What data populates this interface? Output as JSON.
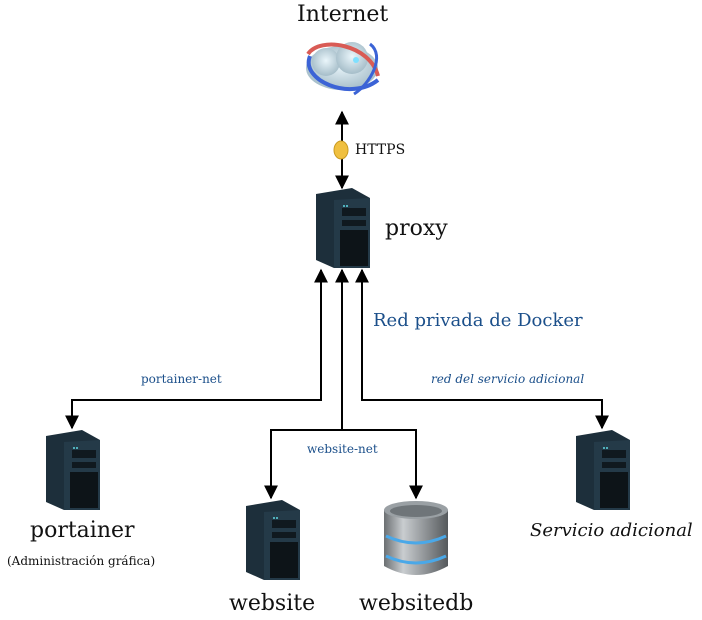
{
  "diagram": {
    "nodes": {
      "internet": {
        "label": "Internet",
        "icon": "cloud-globe-icon"
      },
      "proxy": {
        "label": "proxy",
        "icon": "server-tower-icon"
      },
      "portainer": {
        "label": "portainer",
        "sublabel": "(Administración gráfica)",
        "icon": "server-tower-icon"
      },
      "website": {
        "label": "website",
        "icon": "server-tower-icon"
      },
      "websitedb": {
        "label": "websitedb",
        "icon": "database-icon"
      },
      "servicio": {
        "label": "Servicio adicional",
        "icon": "server-tower-icon"
      }
    },
    "edges": {
      "https": {
        "label": "HTTPS",
        "icon": "padlock-icon"
      },
      "private_network": {
        "label": "Red privada de Docker"
      },
      "portainer_net": {
        "label": "portainer-net"
      },
      "website_net": {
        "label": "website-net"
      },
      "servicio_net": {
        "label": "red del servicio adicional"
      }
    },
    "colors": {
      "network_label": "#1b4f8a",
      "line": "#000000"
    }
  }
}
